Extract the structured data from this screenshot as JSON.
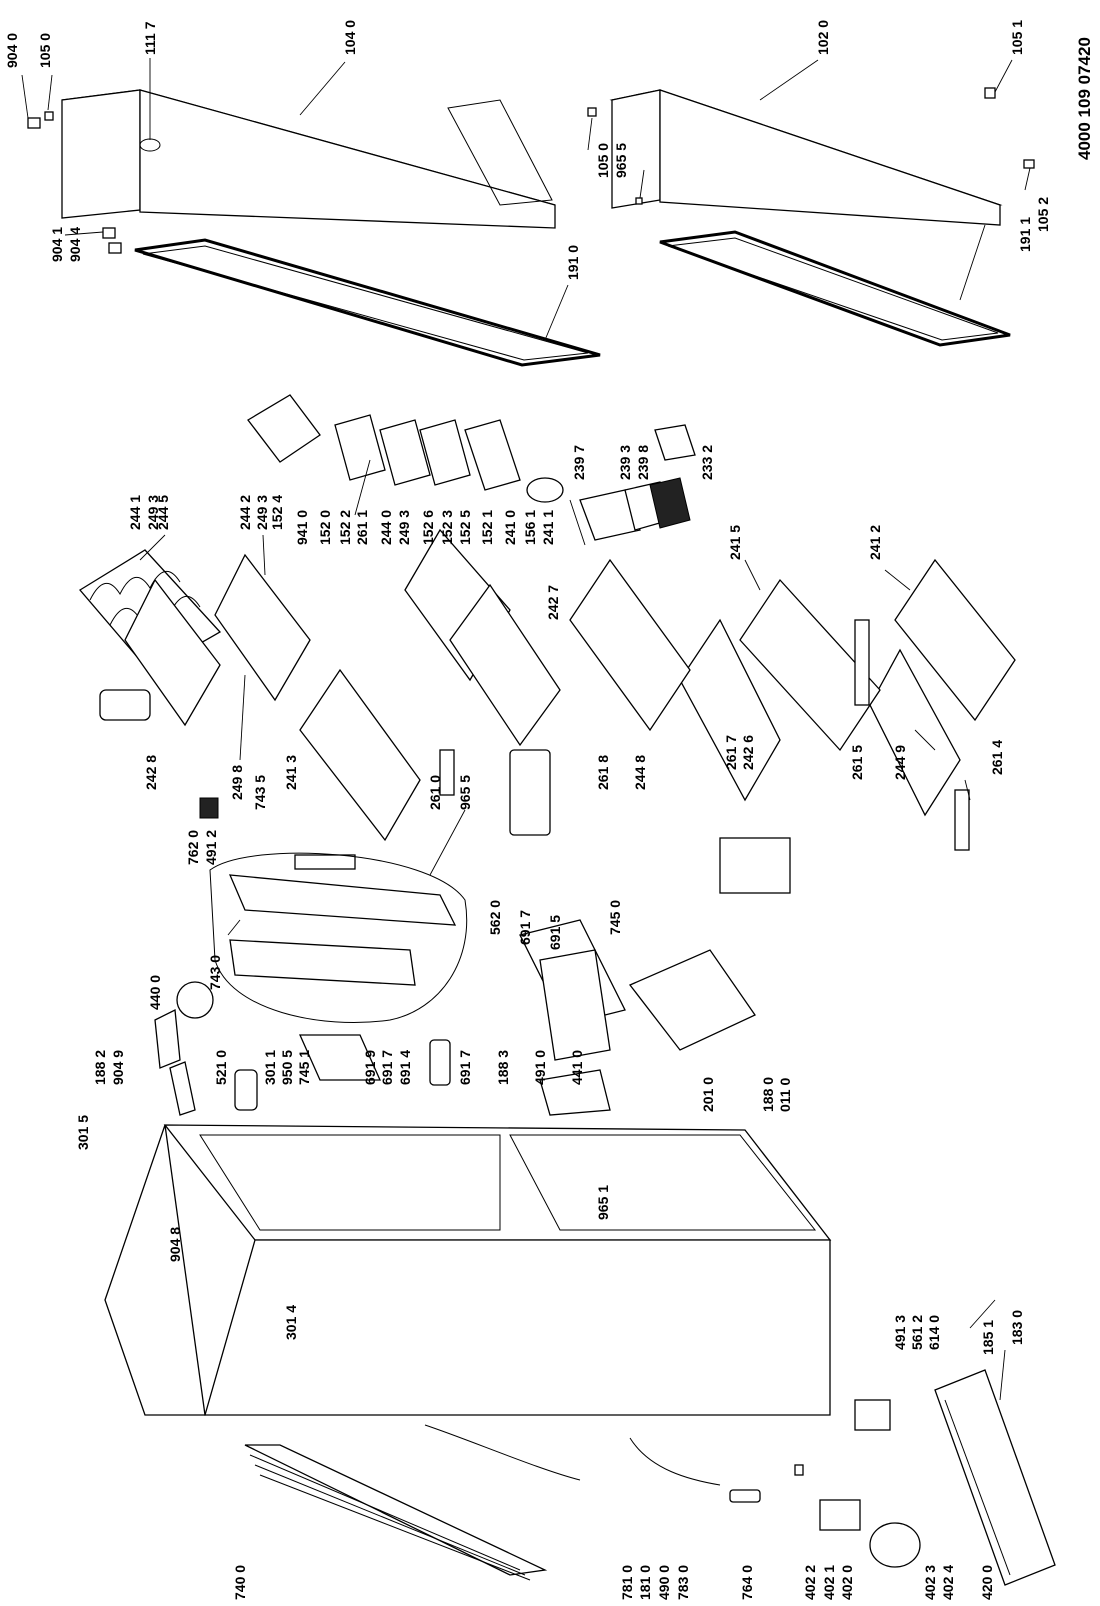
{
  "document_number": "4000 109 07420",
  "callouts": [
    {
      "id": "904-0",
      "text": "904 0"
    },
    {
      "id": "105-0-top",
      "text": "105 0"
    },
    {
      "id": "111-7",
      "text": "111 7"
    },
    {
      "id": "104-0",
      "text": "104 0"
    },
    {
      "id": "102-0",
      "text": "102 0"
    },
    {
      "id": "105-1",
      "text": "105 1"
    },
    {
      "id": "904-1",
      "text": "904 1"
    },
    {
      "id": "904-4",
      "text": "904 4"
    },
    {
      "id": "191-0",
      "text": "191 0"
    },
    {
      "id": "105-0-right",
      "text": "105 0"
    },
    {
      "id": "965-5-top",
      "text": "965 5"
    },
    {
      "id": "191-1",
      "text": "191 1"
    },
    {
      "id": "105-2",
      "text": "105 2"
    },
    {
      "id": "244-5",
      "text": "244 5"
    },
    {
      "id": "244-1",
      "text": "244 1"
    },
    {
      "id": "249-3-a",
      "text": "249 3"
    },
    {
      "id": "244-2",
      "text": "244 2"
    },
    {
      "id": "249-3-b",
      "text": "249 3"
    },
    {
      "id": "152-4",
      "text": "152 4"
    },
    {
      "id": "941-0",
      "text": "941 0"
    },
    {
      "id": "152-0",
      "text": "152 0"
    },
    {
      "id": "152-2",
      "text": "152 2"
    },
    {
      "id": "261-1",
      "text": "261 1"
    },
    {
      "id": "244-0",
      "text": "244 0"
    },
    {
      "id": "249-3-c",
      "text": "249 3"
    },
    {
      "id": "152-6",
      "text": "152 6"
    },
    {
      "id": "152-3",
      "text": "152 3"
    },
    {
      "id": "152-5",
      "text": "152 5"
    },
    {
      "id": "152-1",
      "text": "152 1"
    },
    {
      "id": "241-0",
      "text": "241 0"
    },
    {
      "id": "156-1",
      "text": "156 1"
    },
    {
      "id": "241-1",
      "text": "241 1"
    },
    {
      "id": "239-7",
      "text": "239 7"
    },
    {
      "id": "239-3",
      "text": "239 3"
    },
    {
      "id": "239-8",
      "text": "239 8"
    },
    {
      "id": "233-2",
      "text": "233 2"
    },
    {
      "id": "241-5",
      "text": "241 5"
    },
    {
      "id": "241-2",
      "text": "241 2"
    },
    {
      "id": "242-8",
      "text": "242 8"
    },
    {
      "id": "249-8",
      "text": "249 8"
    },
    {
      "id": "241-3",
      "text": "241 3"
    },
    {
      "id": "743-5",
      "text": "743 5"
    },
    {
      "id": "261-0",
      "text": "261 0"
    },
    {
      "id": "965-5-mid",
      "text": "965 5"
    },
    {
      "id": "242-7",
      "text": "242 7"
    },
    {
      "id": "261-8",
      "text": "261 8"
    },
    {
      "id": "244-8",
      "text": "244 8"
    },
    {
      "id": "261-7",
      "text": "261 7"
    },
    {
      "id": "242-6",
      "text": "242 6"
    },
    {
      "id": "261-5",
      "text": "261 5"
    },
    {
      "id": "244-9",
      "text": "244 9"
    },
    {
      "id": "261-4",
      "text": "261 4"
    },
    {
      "id": "762-0",
      "text": "762 0"
    },
    {
      "id": "491-2",
      "text": "491 2"
    },
    {
      "id": "440-0",
      "text": "440 0"
    },
    {
      "id": "743-0",
      "text": "743 0"
    },
    {
      "id": "562-0",
      "text": "562 0"
    },
    {
      "id": "691-7-a",
      "text": "691 7"
    },
    {
      "id": "691-5",
      "text": "691 5"
    },
    {
      "id": "745-0",
      "text": "745 0"
    },
    {
      "id": "188-2",
      "text": "188 2"
    },
    {
      "id": "904-9",
      "text": "904 9"
    },
    {
      "id": "521-0",
      "text": "521 0"
    },
    {
      "id": "301-1",
      "text": "301 1"
    },
    {
      "id": "950-5",
      "text": "950 5"
    },
    {
      "id": "745-1",
      "text": "745 1"
    },
    {
      "id": "691-9",
      "text": "691 9"
    },
    {
      "id": "691-7-b",
      "text": "691 7"
    },
    {
      "id": "691-4",
      "text": "691 4"
    },
    {
      "id": "691-7-c",
      "text": "691 7"
    },
    {
      "id": "188-3",
      "text": "188 3"
    },
    {
      "id": "491-0",
      "text": "491 0"
    },
    {
      "id": "441-0",
      "text": "441 0"
    },
    {
      "id": "201-0",
      "text": "201 0"
    },
    {
      "id": "188-0",
      "text": "188 0"
    },
    {
      "id": "011-0",
      "text": "011 0"
    },
    {
      "id": "301-5",
      "text": "301 5"
    },
    {
      "id": "965-1",
      "text": "965 1"
    },
    {
      "id": "904-8",
      "text": "904 8"
    },
    {
      "id": "301-4",
      "text": "301 4"
    },
    {
      "id": "491-3",
      "text": "491 3"
    },
    {
      "id": "561-2",
      "text": "561 2"
    },
    {
      "id": "614-0",
      "text": "614 0"
    },
    {
      "id": "185-1",
      "text": "185 1"
    },
    {
      "id": "183-0",
      "text": "183 0"
    },
    {
      "id": "740-0",
      "text": "740 0"
    },
    {
      "id": "781-0",
      "text": "781 0"
    },
    {
      "id": "181-0",
      "text": "181 0"
    },
    {
      "id": "490-0",
      "text": "490 0"
    },
    {
      "id": "783-0",
      "text": "783 0"
    },
    {
      "id": "764-0",
      "text": "764 0"
    },
    {
      "id": "402-2",
      "text": "402 2"
    },
    {
      "id": "402-1",
      "text": "402 1"
    },
    {
      "id": "402-0",
      "text": "402 0"
    },
    {
      "id": "402-3",
      "text": "402 3"
    },
    {
      "id": "402-4",
      "text": "402 4"
    },
    {
      "id": "420-0",
      "text": "420 0"
    }
  ]
}
